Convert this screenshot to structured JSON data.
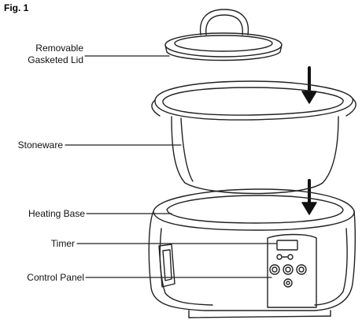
{
  "figure": {
    "title": "Fig. 1"
  },
  "labels": {
    "lid": "Removable\nGasketed Lid",
    "stoneware": "Stoneware",
    "heating_base": "Heating Base",
    "timer": "Timer",
    "control_panel": "Control Panel"
  }
}
